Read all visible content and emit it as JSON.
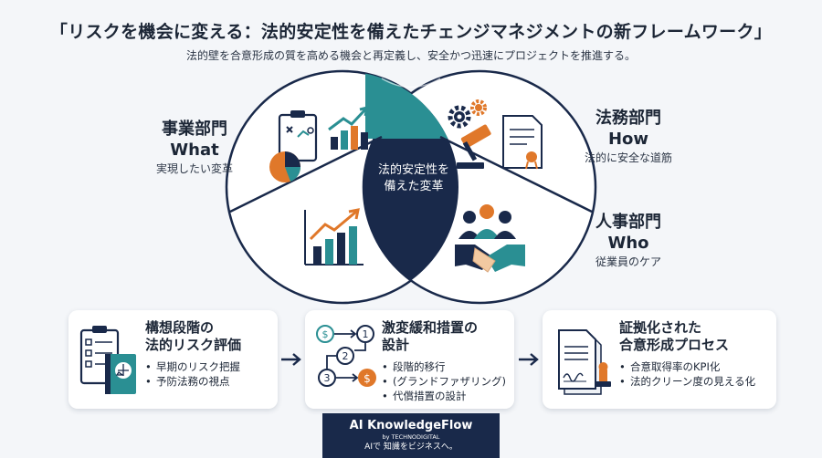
{
  "title": "「リスクを機会に変える：法的安定性を備えたチェンジマネジメントの新フレームワーク」",
  "subtitle": "法的壁を合意形成の質を高める機会と再定義し、安全かつ迅速にプロジェクトを推進する。",
  "center": {
    "line1": "法的安定性を",
    "line2": "備えた変革"
  },
  "departments": [
    {
      "name": "事業部門",
      "en": "What",
      "desc": "実現したい変革"
    },
    {
      "name": "法務部門",
      "en": "How",
      "desc": "法的に安全な道筋"
    },
    {
      "name": "人事部門",
      "en": "Who",
      "desc": "従業員のケア"
    }
  ],
  "steps": [
    {
      "title1": "構想段階の",
      "title2": "法的リスク評価",
      "bullets": [
        "早期のリスク把握",
        "予防法務の視点"
      ]
    },
    {
      "title1": "激変緩和措置の",
      "title2": "設計",
      "bullets": [
        "段階的移行",
        "(グランドファザリング)",
        "代償措置の設計"
      ]
    },
    {
      "title1": "証拠化された",
      "title2": "合意形成プロセス",
      "bullets": [
        "合意取得率のKPI化",
        "法的クリーン度の見える化"
      ]
    }
  ],
  "flow_numbers": [
    "1",
    "2",
    "3"
  ],
  "flow_symbols": [
    "$",
    "$"
  ],
  "brand": {
    "name": "AI KnowledgeFlow",
    "by": "by TECHNODIGITAL",
    "tagline": "AIで 知識をビジネスへ。"
  },
  "colors": {
    "navy": "#19294a",
    "teal": "#2a8f93",
    "orange": "#e0782a",
    "bg": "#f4f6f9"
  }
}
